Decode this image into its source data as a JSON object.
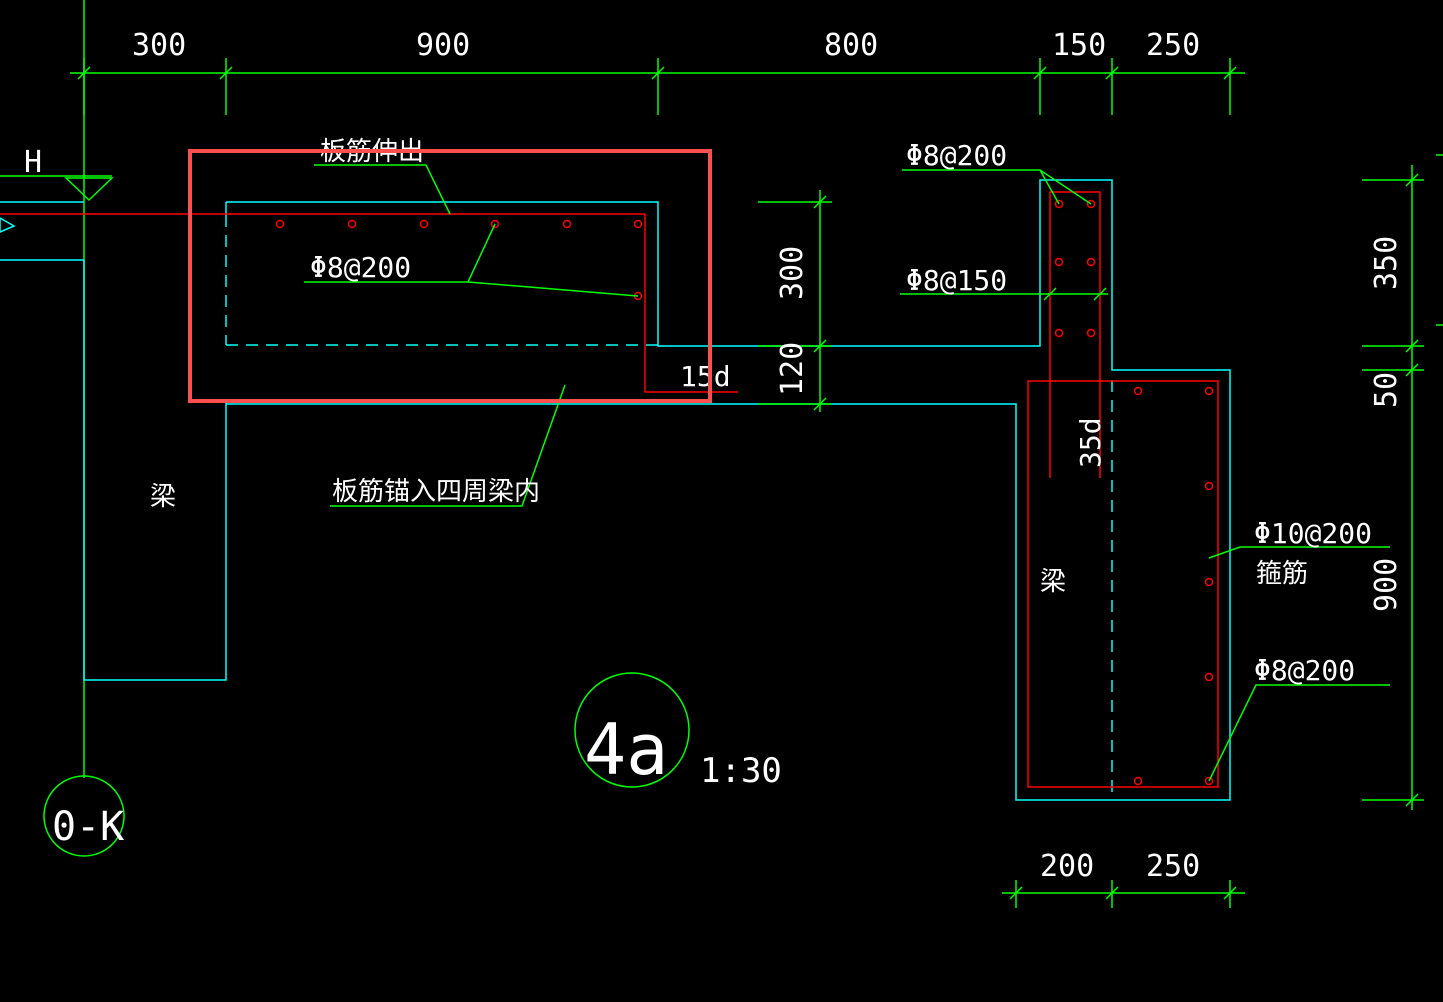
{
  "drawing": {
    "background_color": "#000000",
    "colors": {
      "dimension": "#00ff00",
      "outline": "#00ffff",
      "rebar": "#ff0000",
      "text": "#ffffff",
      "highlight": "#ff5050"
    },
    "top_dimensions": [
      "300",
      "900",
      "800",
      "150",
      "250"
    ],
    "bottom_dimensions": [
      "200",
      "250"
    ],
    "right_dimensions": [
      "350",
      "50",
      "900"
    ],
    "middle_dimensions": [
      "300",
      "120"
    ],
    "level_mark": "H",
    "labels": {
      "slab_rebar_extend": "板筋伸出",
      "slab_rebar_spacing": "Φ8@200",
      "slab_rebar_anchor": "板筋锚入四周梁内",
      "anchor_15d": "15d",
      "left_beam": "梁",
      "right_beam": "梁",
      "upright_top_rebar": "Φ8@200",
      "upright_stirrup": "Φ8@150",
      "anchor_35d": "35d",
      "beam_stirrup_spacing": "Φ10@200",
      "beam_stirrup_label": "箍筋",
      "beam_side_rebar": "Φ8@200"
    },
    "detail_mark": {
      "number": "4a",
      "scale": "1:30"
    },
    "axis_mark": "0-K"
  }
}
